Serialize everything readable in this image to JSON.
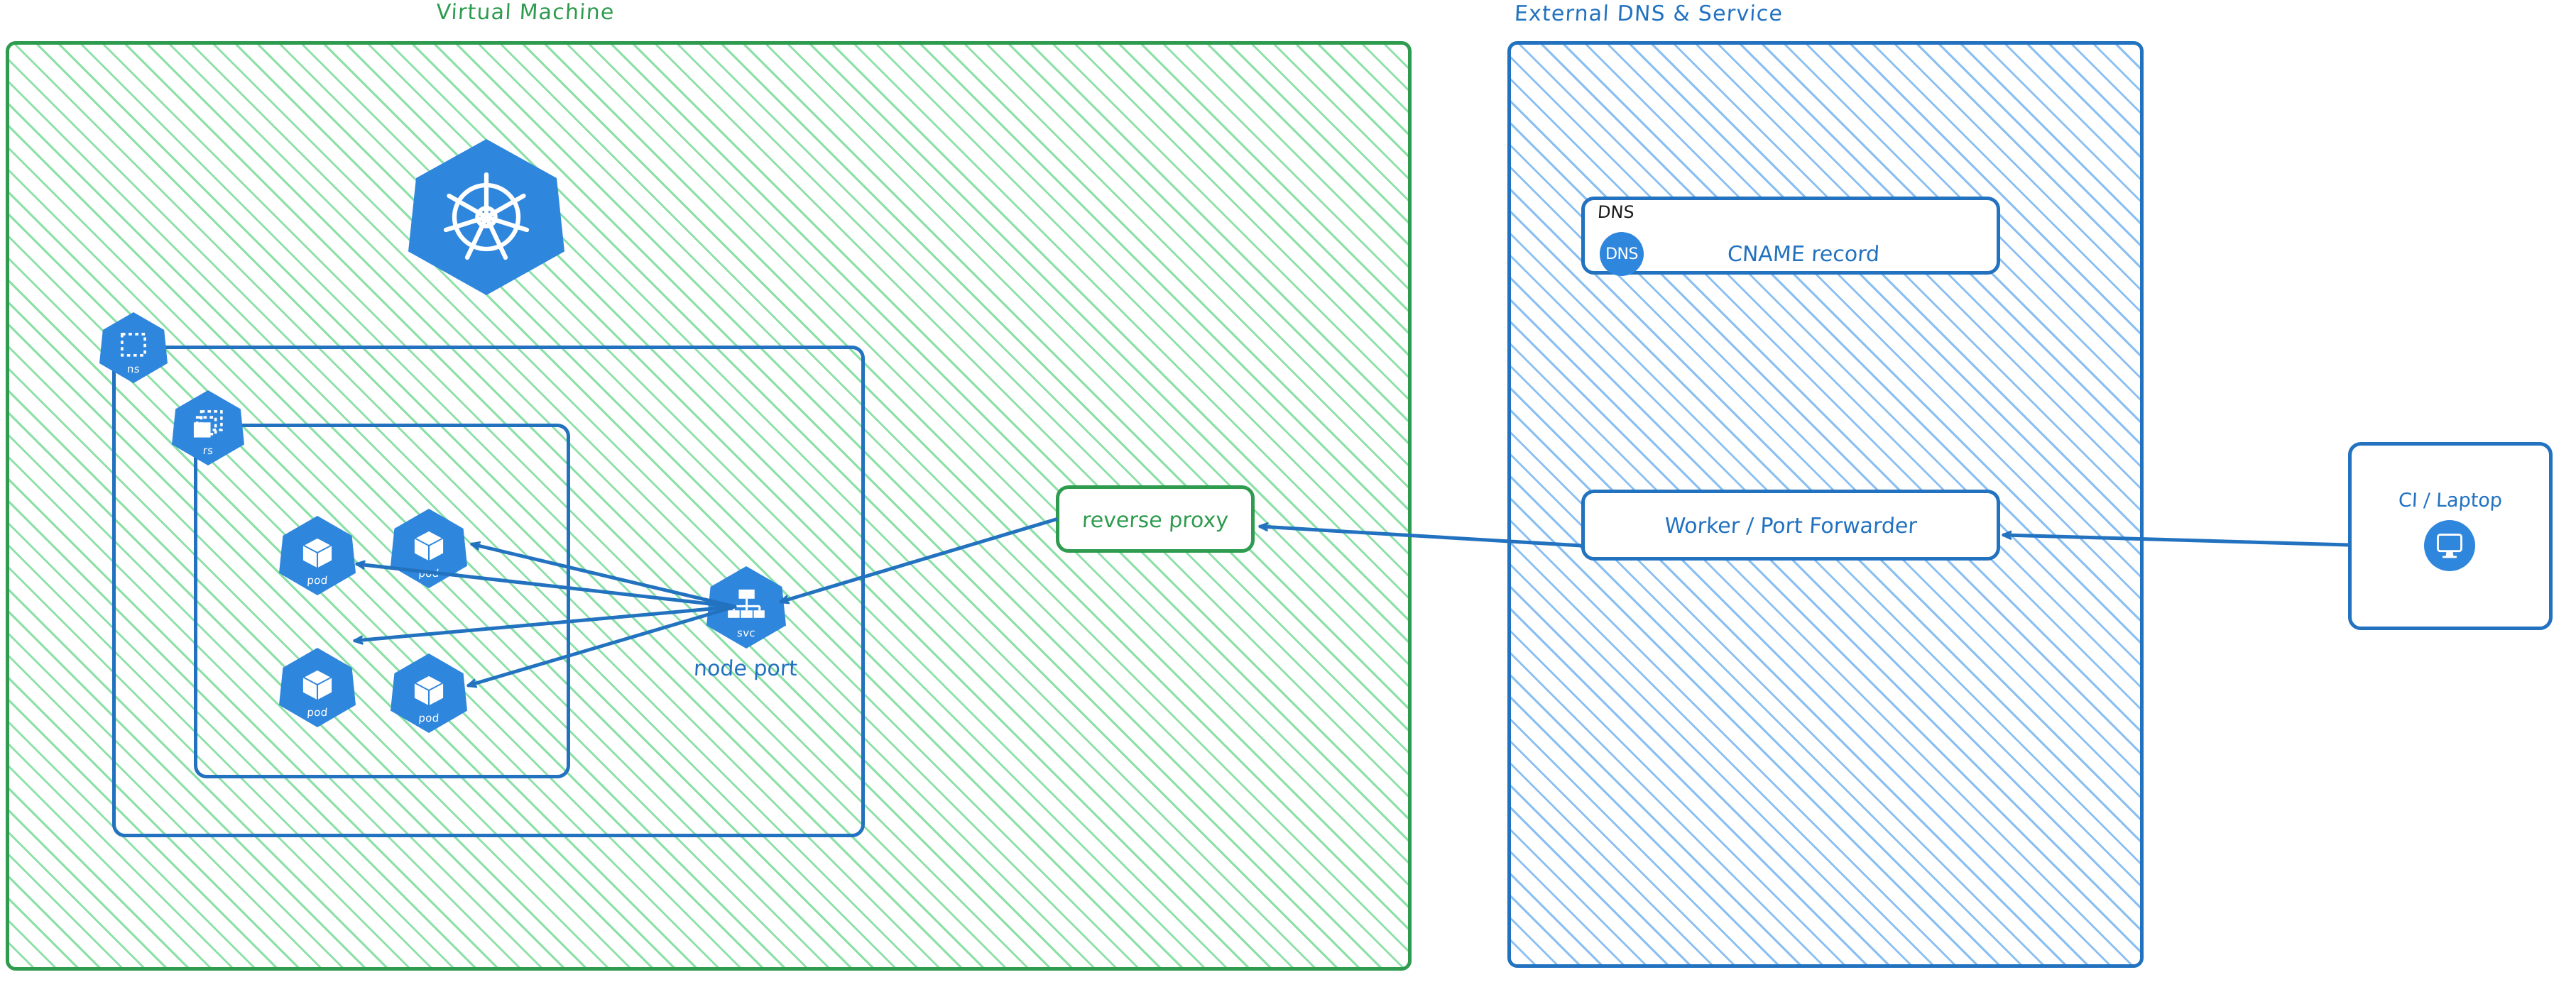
{
  "diagram": {
    "type": "architecture-diagram",
    "colors": {
      "k8s_blue": "#2F86DD",
      "edge_blue": "#2272C0",
      "zone_green": "#2E9B4E",
      "hatch_green": "#78DB96",
      "hatch_blue": "#7DB8F0",
      "text_black": "#1a1a1a"
    }
  },
  "zones": {
    "vm": {
      "title": "Virtual Machine",
      "title_color": "#2E9B4E"
    },
    "external": {
      "title": "External DNS & Service",
      "title_color": "#2272C0"
    }
  },
  "nodes": {
    "kubernetes_logo": {
      "name": "kubernetes-logo",
      "caption": ""
    },
    "namespace": {
      "caption": "ns",
      "icon": "namespace-icon"
    },
    "replicaset": {
      "caption": "rs",
      "icon": "replicaset-icon"
    },
    "pods": [
      {
        "caption": "pod",
        "icon": "pod-icon"
      },
      {
        "caption": "pod",
        "icon": "pod-icon"
      },
      {
        "caption": "pod",
        "icon": "pod-icon"
      },
      {
        "caption": "pod",
        "icon": "pod-icon"
      }
    ],
    "service": {
      "caption": "svc",
      "icon": "service-icon",
      "label": "node port"
    },
    "reverse_proxy": {
      "label": "reverse proxy"
    },
    "dns_group": {
      "label": "DNS"
    },
    "cname_record": {
      "label": "CNAME record",
      "badge": "DNS"
    },
    "worker": {
      "label": "Worker / Port Forwarder"
    },
    "ci_laptop": {
      "label": "CI / Laptop",
      "icon": "monitor-icon"
    }
  },
  "edges": [
    {
      "from": "service",
      "to": "pod-1",
      "direction": "one-way"
    },
    {
      "from": "service",
      "to": "pod-2",
      "direction": "one-way"
    },
    {
      "from": "service",
      "to": "pod-3",
      "direction": "one-way"
    },
    {
      "from": "service",
      "to": "pod-4",
      "direction": "one-way"
    },
    {
      "from": "reverse-proxy",
      "to": "service",
      "direction": "one-way"
    },
    {
      "from": "worker-port-forwarder",
      "to": "reverse-proxy",
      "direction": "one-way"
    },
    {
      "from": "ci-laptop",
      "to": "worker-port-forwarder",
      "direction": "one-way"
    }
  ]
}
